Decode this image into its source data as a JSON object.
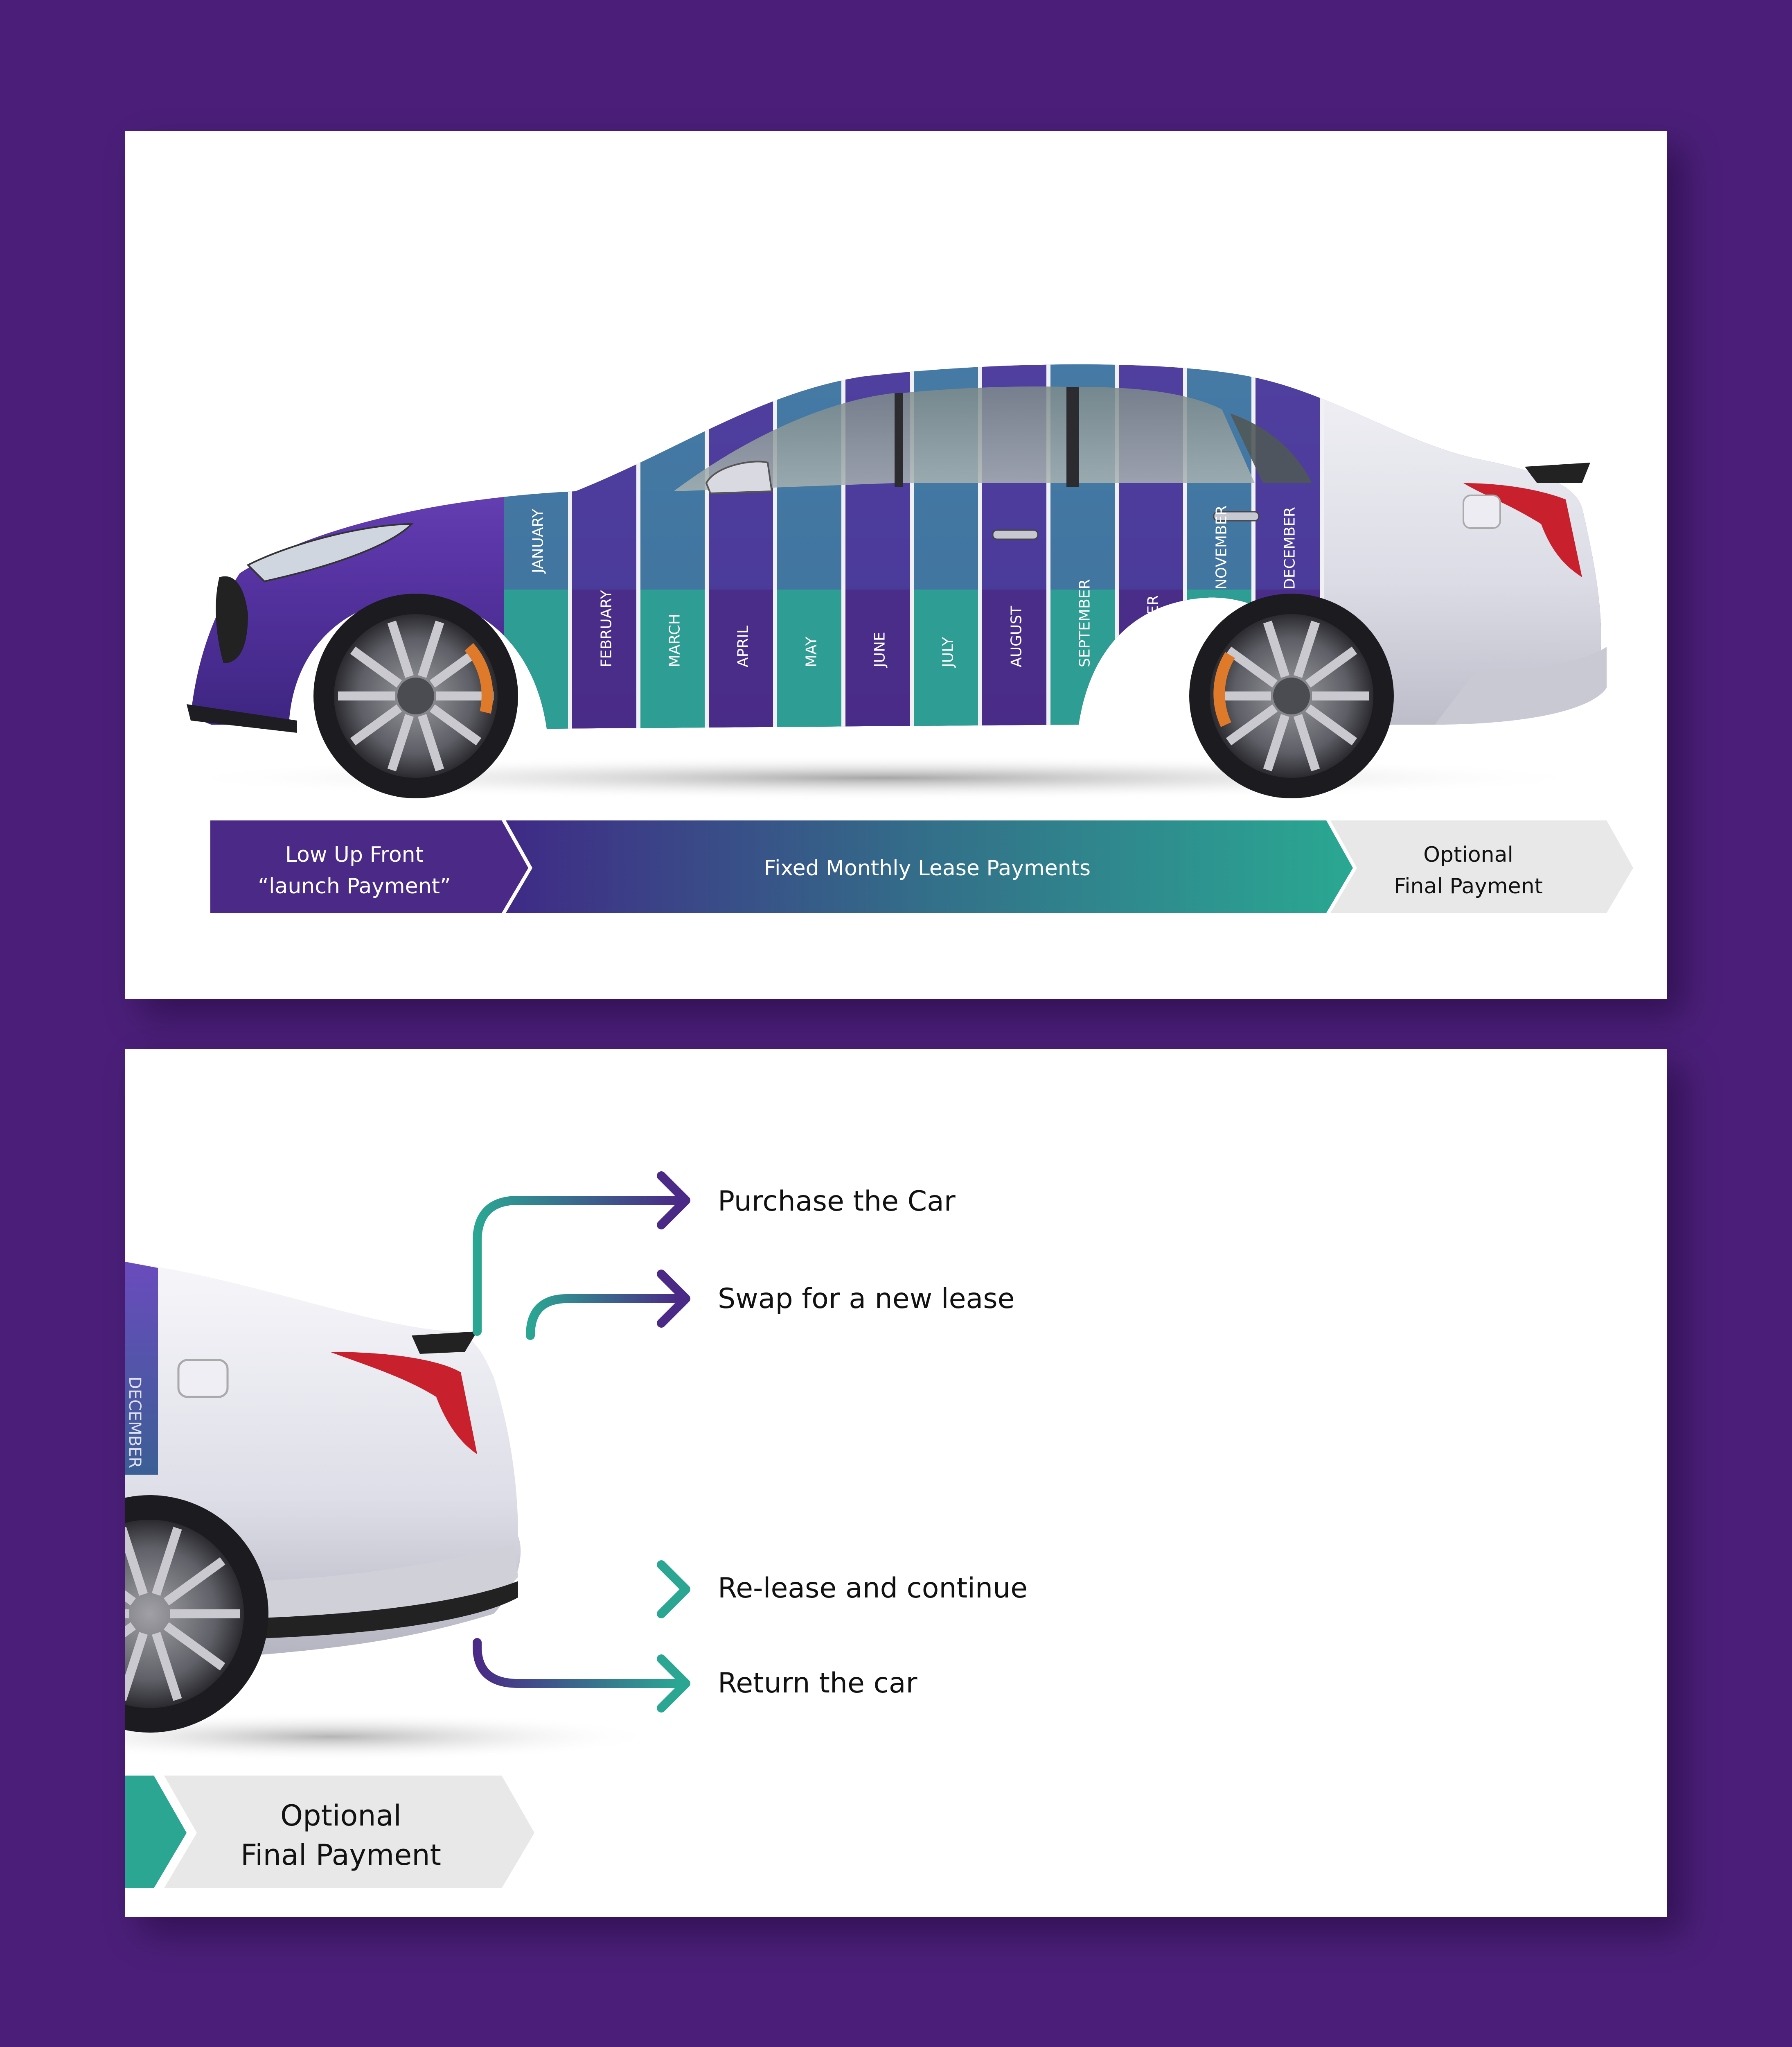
{
  "colors": {
    "background": "#4b1f79",
    "purple": "#4a2a86",
    "teal": "#2ba693",
    "light_gray": "#e8e8e8",
    "car_silver": "#e6e6ee",
    "tail_red": "#c8202c"
  },
  "months": [
    "JANUARY",
    "FEBRUARY",
    "MARCH",
    "APRIL",
    "MAY",
    "JUNE",
    "JULY",
    "AUGUST",
    "SEPTEMBER",
    "OCTOBER",
    "NOVEMBER",
    "DECEMBER"
  ],
  "timeline": {
    "launch_line1": "Low Up Front",
    "launch_line2": "“launch Payment”",
    "monthly": "Fixed Monthly Lease Payments",
    "final_line1": "Optional",
    "final_line2": "Final Payment"
  },
  "options": [
    {
      "label": "Purchase the Car",
      "icon": "arrow-right-icon"
    },
    {
      "label": "Swap for a new lease",
      "icon": "arrow-right-icon"
    },
    {
      "label": "Re-lease and continue",
      "icon": "arrow-right-icon"
    },
    {
      "label": "Return the car",
      "icon": "arrow-right-icon"
    }
  ],
  "bottom_chevron": {
    "line1": "Optional",
    "line2": "Final Payment"
  },
  "fragment_month": "DECEMBER"
}
